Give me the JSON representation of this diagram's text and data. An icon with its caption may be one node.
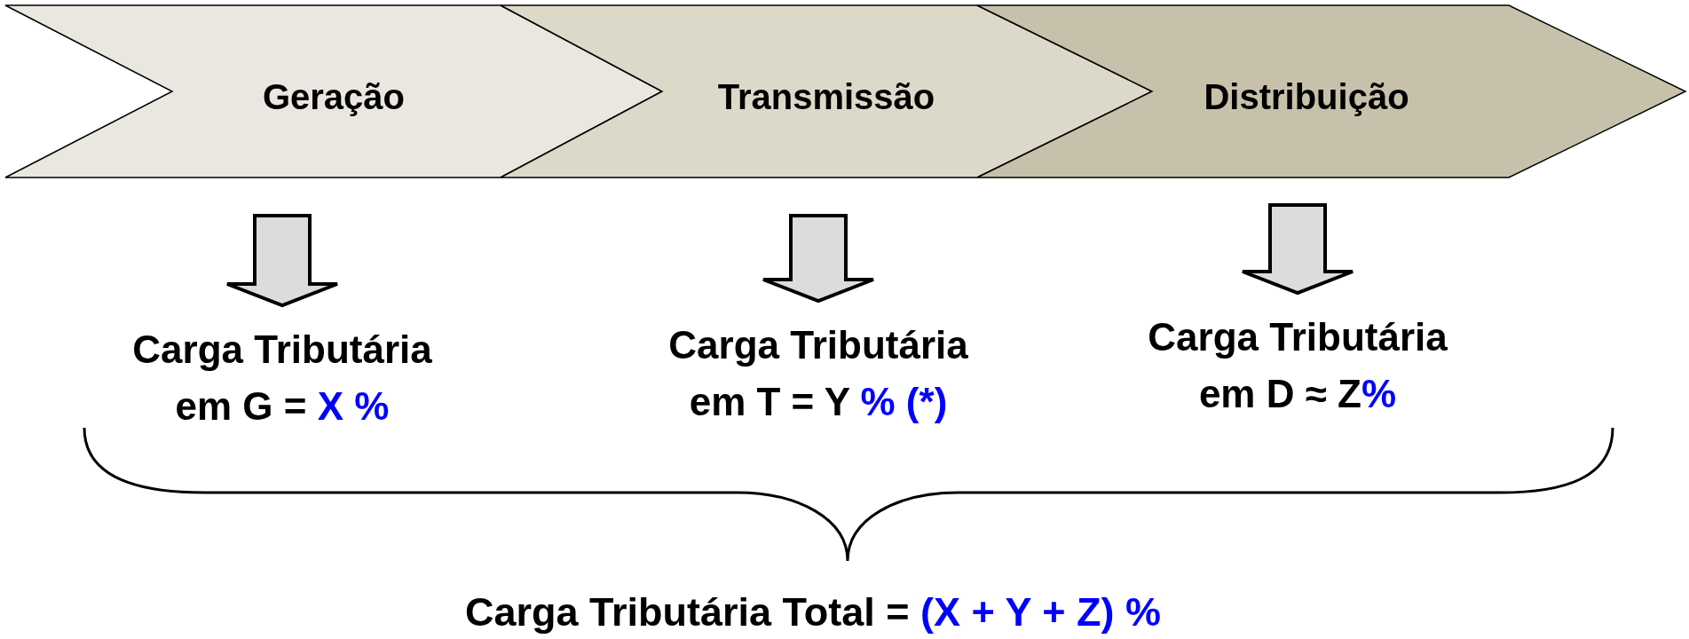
{
  "diagram": {
    "nodes": [
      {
        "text": [
          "Geração"
        ]
      },
      {
        "text": [
          "Transmissão"
        ]
      },
      {
        "text": [
          "Distribuição"
        ]
      },
      {
        "text": [
          "Carga Tributária em G = **X %**"
        ]
      },
      {
        "text": [
          "Carga Tributária em T = Y **% (*)**"
        ]
      },
      {
        "text": [
          "Carga Tributária em D ≈ Z**%**"
        ]
      }
    ],
    "edges": [
      {
        "from": 0,
        "to": 3,
        "arrow": "to",
        "style": "thick"
      },
      {
        "from": 1,
        "to": 4,
        "arrow": "to",
        "style": "thick"
      },
      {
        "from": 2,
        "to": 5,
        "arrow": "to",
        "style": "thick"
      }
    ],
    "labels": [
      "Carga Tributária Total = **(X + Y + Z) %**"
    ]
  }
}
